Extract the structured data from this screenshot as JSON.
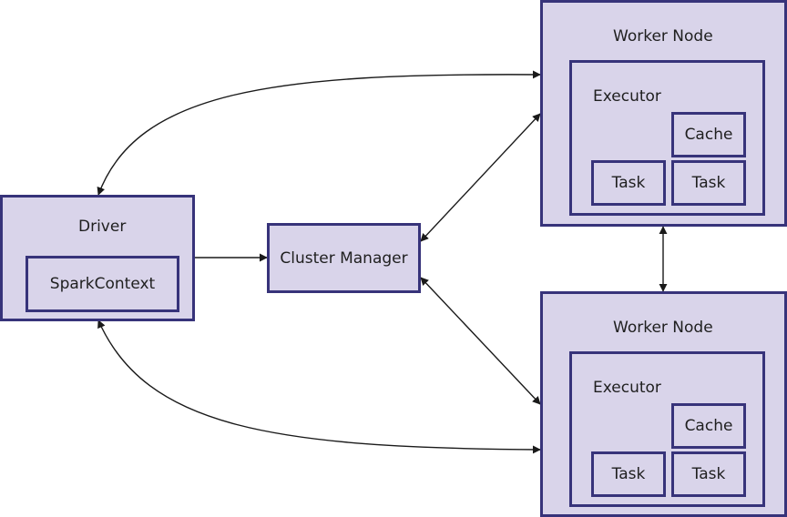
{
  "driver": {
    "title": "Driver",
    "context": "SparkContext"
  },
  "cluster_manager": {
    "label": "Cluster Manager"
  },
  "worker_nodes": [
    {
      "title": "Worker Node",
      "executor": {
        "title": "Executor",
        "cache": "Cache",
        "tasks": [
          "Task",
          "Task"
        ]
      }
    },
    {
      "title": "Worker Node",
      "executor": {
        "title": "Executor",
        "cache": "Cache",
        "tasks": [
          "Task",
          "Task"
        ]
      }
    }
  ],
  "colors": {
    "box_fill": "#d9d4ea",
    "box_border": "#37337a",
    "arrow": "#1a1a1a"
  }
}
